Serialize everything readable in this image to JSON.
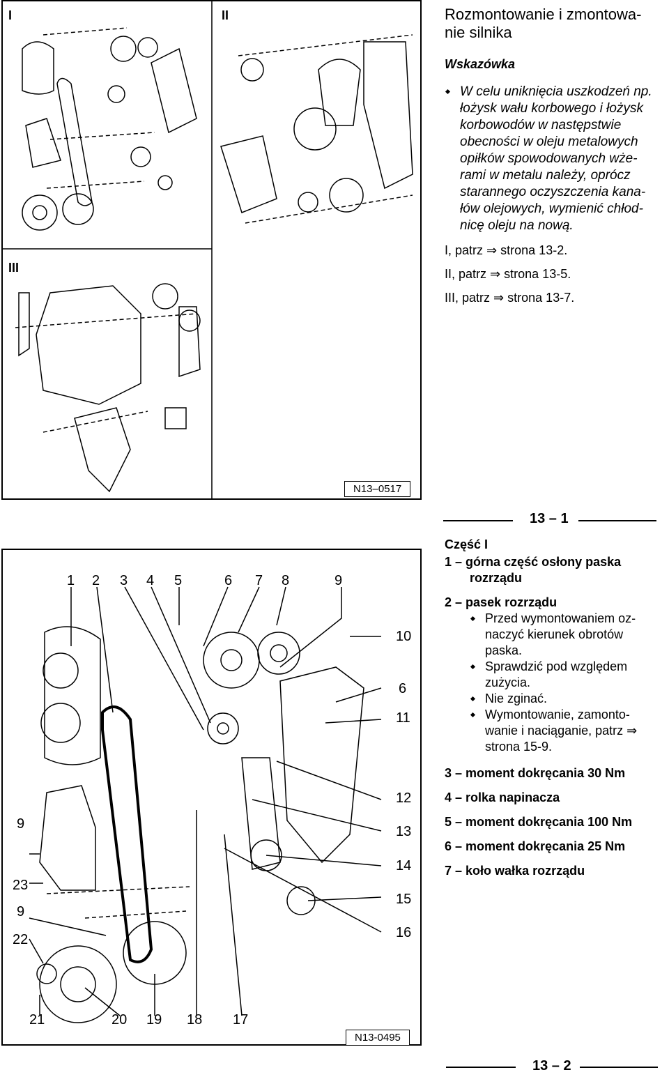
{
  "top_figure": {
    "panel_labels": [
      "I",
      "II",
      "III"
    ],
    "ref": "N13–0517"
  },
  "right_column": {
    "title": "Rozmontowanie i zmontowa-\nnie silnika",
    "note_heading": "Wskazówka",
    "note_lines": [
      "W celu uniknięcia uszkodzeń np.",
      "łożysk wału korbowego i łożysk",
      "korbowodów w następstwie",
      "obecności w oleju metalowych",
      "opiłków spowodowanych wże-",
      "rami w metalu należy, oprócz",
      "starannego oczyszczenia kana-",
      "łów olejowych, wymienić chłod-",
      "nicę oleju na nową."
    ],
    "refs": [
      {
        "label": "I, patrz",
        "arrow": "⇒",
        "page": "strona 13-2."
      },
      {
        "label": "II, patrz",
        "arrow": "⇒",
        "page": "strona 13-5."
      },
      {
        "label": "III, patrz",
        "arrow": "⇒",
        "page": "strona 13-7."
      }
    ]
  },
  "page_header_1": "13 – 1",
  "parts": {
    "heading": "Część I",
    "items": [
      {
        "num": "1 –",
        "text": "górna część osłony paska",
        "cont": "rozrządu",
        "bullets": []
      },
      {
        "num": "2 –",
        "text": "pasek rozrządu",
        "cont": "",
        "bullets": [
          [
            "Przed wymontowaniem oz-",
            "naczyć kierunek obrotów",
            "paska."
          ],
          [
            "Sprawdzić pod względem",
            "zużycia."
          ],
          [
            "Nie zginać."
          ],
          [
            "Wymontowanie, zamonto-",
            "wanie i naciąganie, patrz ⇒",
            "strona 15-9."
          ]
        ]
      },
      {
        "num": "3 –",
        "text": "moment dokręcania 30 Nm",
        "cont": "",
        "bullets": []
      },
      {
        "num": "4 –",
        "text": "rolka napinacza",
        "cont": "",
        "bullets": []
      },
      {
        "num": "5 –",
        "text": "moment dokręcania 100 Nm",
        "cont": "",
        "bullets": []
      },
      {
        "num": "6 –",
        "text": "moment dokręcania 25 Nm",
        "cont": "",
        "bullets": []
      },
      {
        "num": "7 –",
        "text": "koło wałka rozrządu",
        "cont": "",
        "bullets": []
      }
    ]
  },
  "bottom_figure": {
    "top_callouts": [
      "1",
      "2",
      "3",
      "4",
      "5",
      "6",
      "7",
      "8",
      "9"
    ],
    "right_callouts": [
      "10",
      "6",
      "11",
      "12",
      "13",
      "14",
      "15",
      "16"
    ],
    "left_callouts": [
      "9",
      "23",
      "9",
      "22"
    ],
    "bottom_callouts": [
      "21",
      "20",
      "19",
      "18",
      "17"
    ],
    "ref": "N13-0495"
  },
  "page_footer_2": "13 – 2"
}
